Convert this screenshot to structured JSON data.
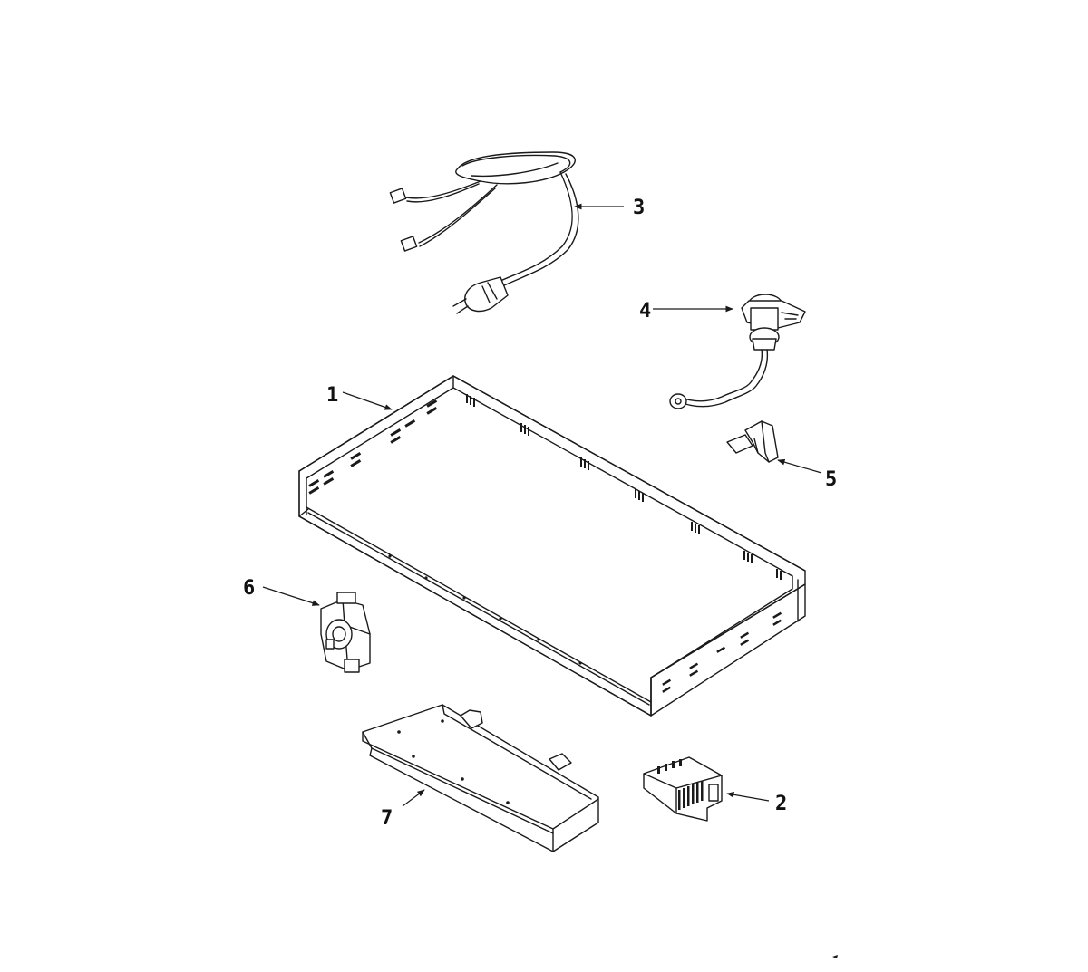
{
  "callouts": [
    {
      "id": "1",
      "label": "1"
    },
    {
      "id": "2",
      "label": "2"
    },
    {
      "id": "3",
      "label": "3"
    },
    {
      "id": "4",
      "label": "4"
    },
    {
      "id": "5",
      "label": "5"
    },
    {
      "id": "6",
      "label": "6"
    },
    {
      "id": "7",
      "label": "7"
    }
  ],
  "parts": [
    {
      "id": "1",
      "icon": "drawer-tray-icon"
    },
    {
      "id": "2",
      "icon": "terminal-block-icon"
    },
    {
      "id": "3",
      "icon": "power-cord-icon"
    },
    {
      "id": "4",
      "icon": "igniter-switch-icon"
    },
    {
      "id": "5",
      "icon": "bracket-clip-icon"
    },
    {
      "id": "6",
      "icon": "gas-valve-icon"
    },
    {
      "id": "7",
      "icon": "shallow-pan-icon"
    }
  ]
}
